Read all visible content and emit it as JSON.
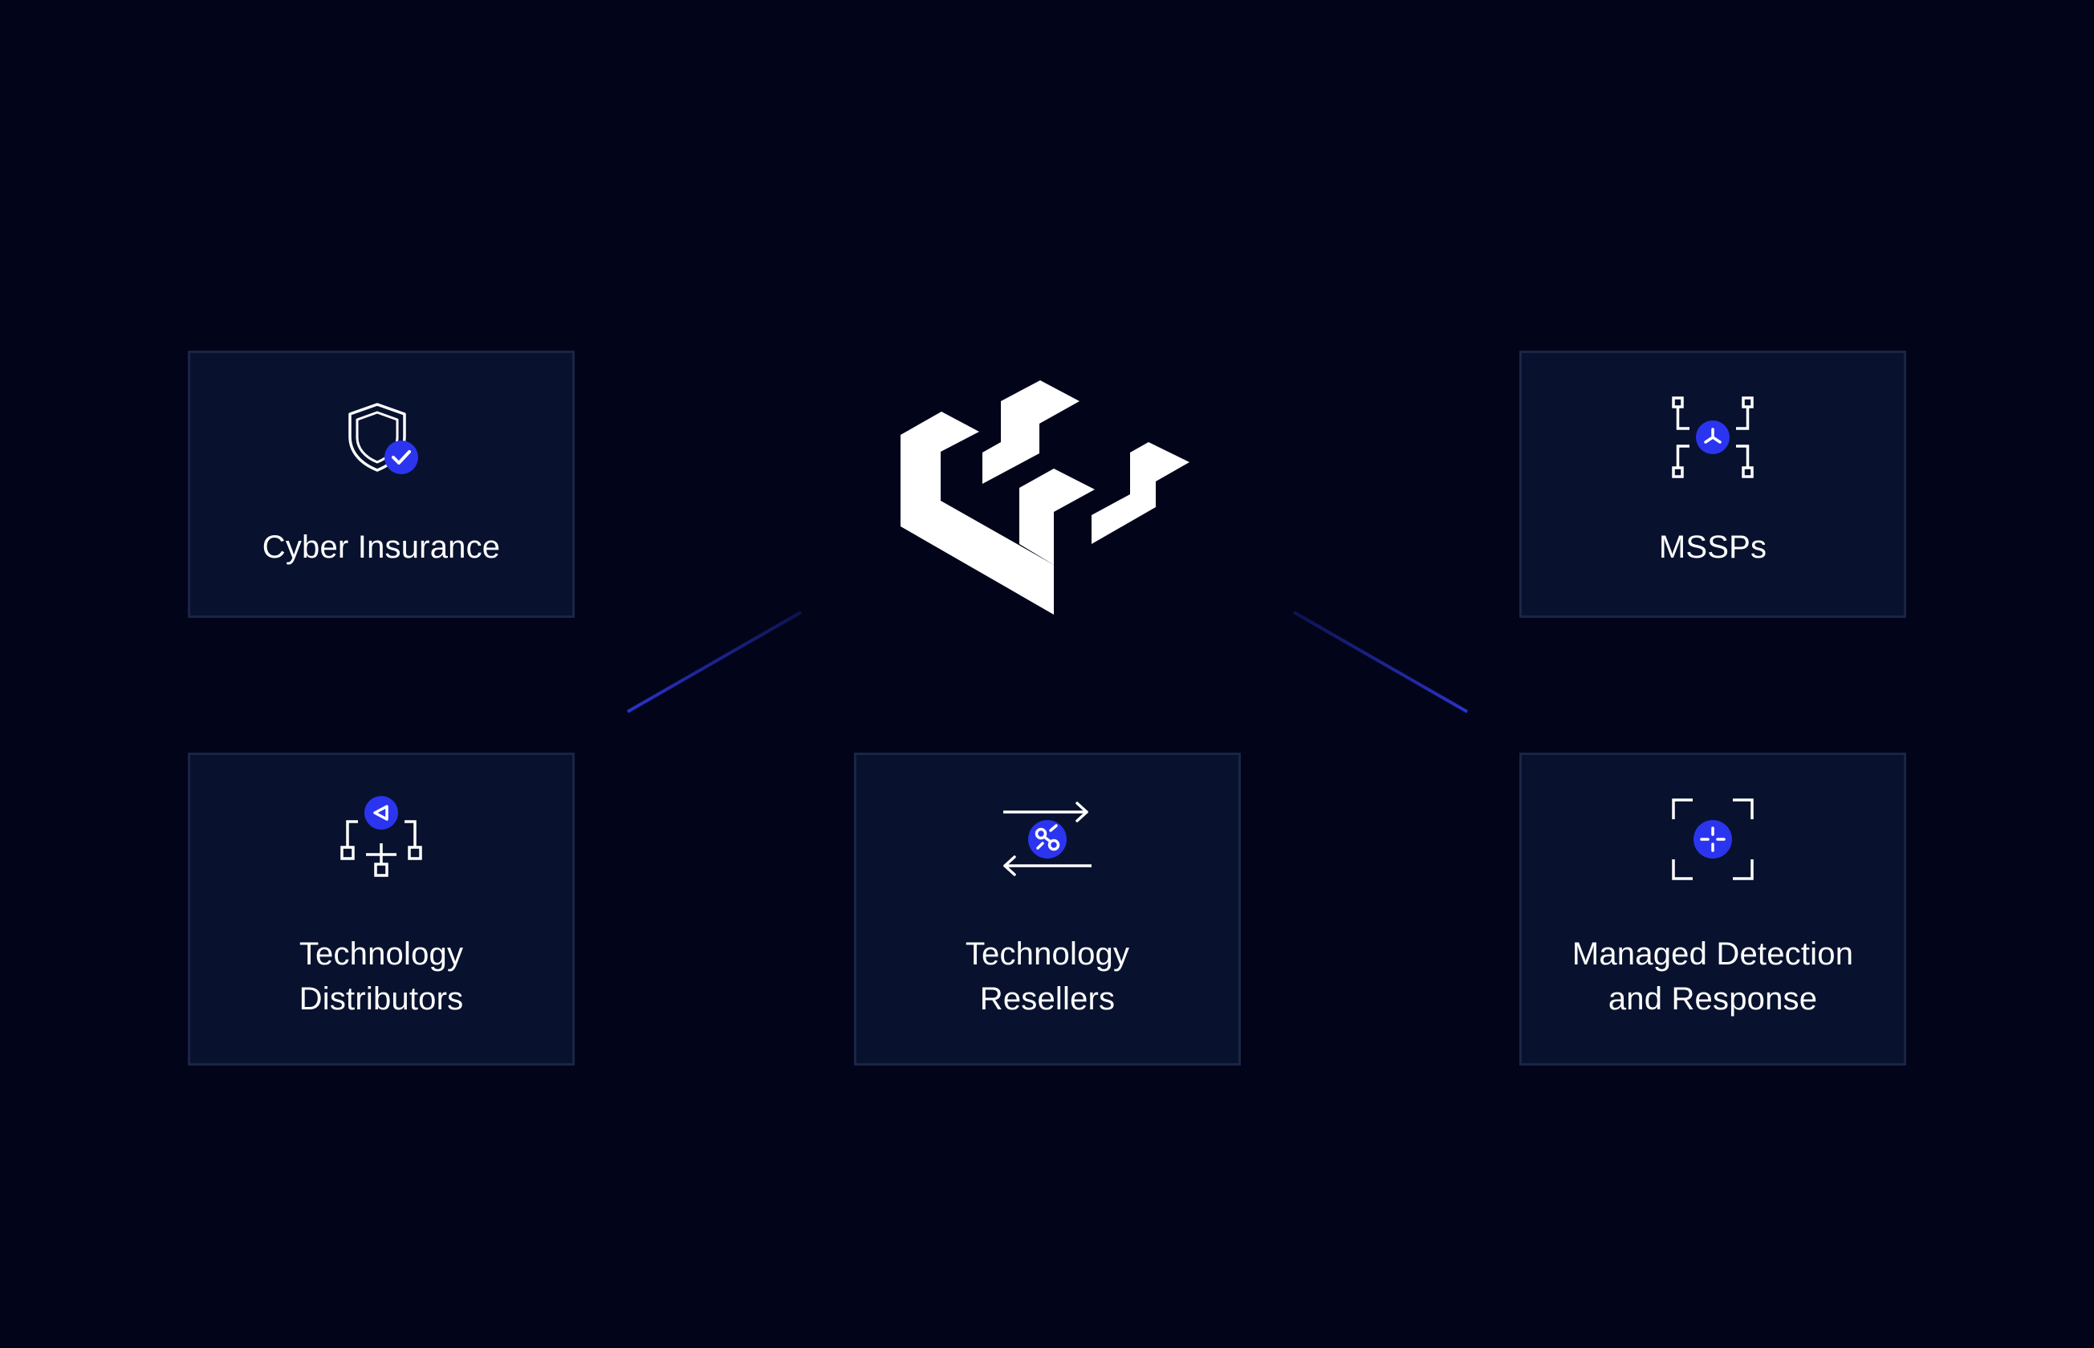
{
  "cards": {
    "cyber_insurance": {
      "line1": "Cyber Insurance",
      "line2": "",
      "icon": "shield-check-icon"
    },
    "mssps": {
      "line1": "MSSPs",
      "line2": "",
      "icon": "network-nodes-icon"
    },
    "technology_distributors": {
      "line1": "Technology",
      "line2": "Distributors",
      "icon": "distribution-tree-icon"
    },
    "technology_resellers": {
      "line1": "Technology",
      "line2": "Resellers",
      "icon": "exchange-arrows-icon"
    },
    "managed_detection": {
      "line1": "Managed Detection",
      "line2": "and Response",
      "icon": "crosshair-scan-icon"
    }
  },
  "center_logo": {
    "icon": "isometric-w-logo"
  },
  "colors": {
    "background": "#02051a",
    "card_fill": "#08122e",
    "card_border": "#1a2546",
    "accent_blue": "#2b35f0",
    "connector": "#2a33c9",
    "text": "#ffffff"
  }
}
